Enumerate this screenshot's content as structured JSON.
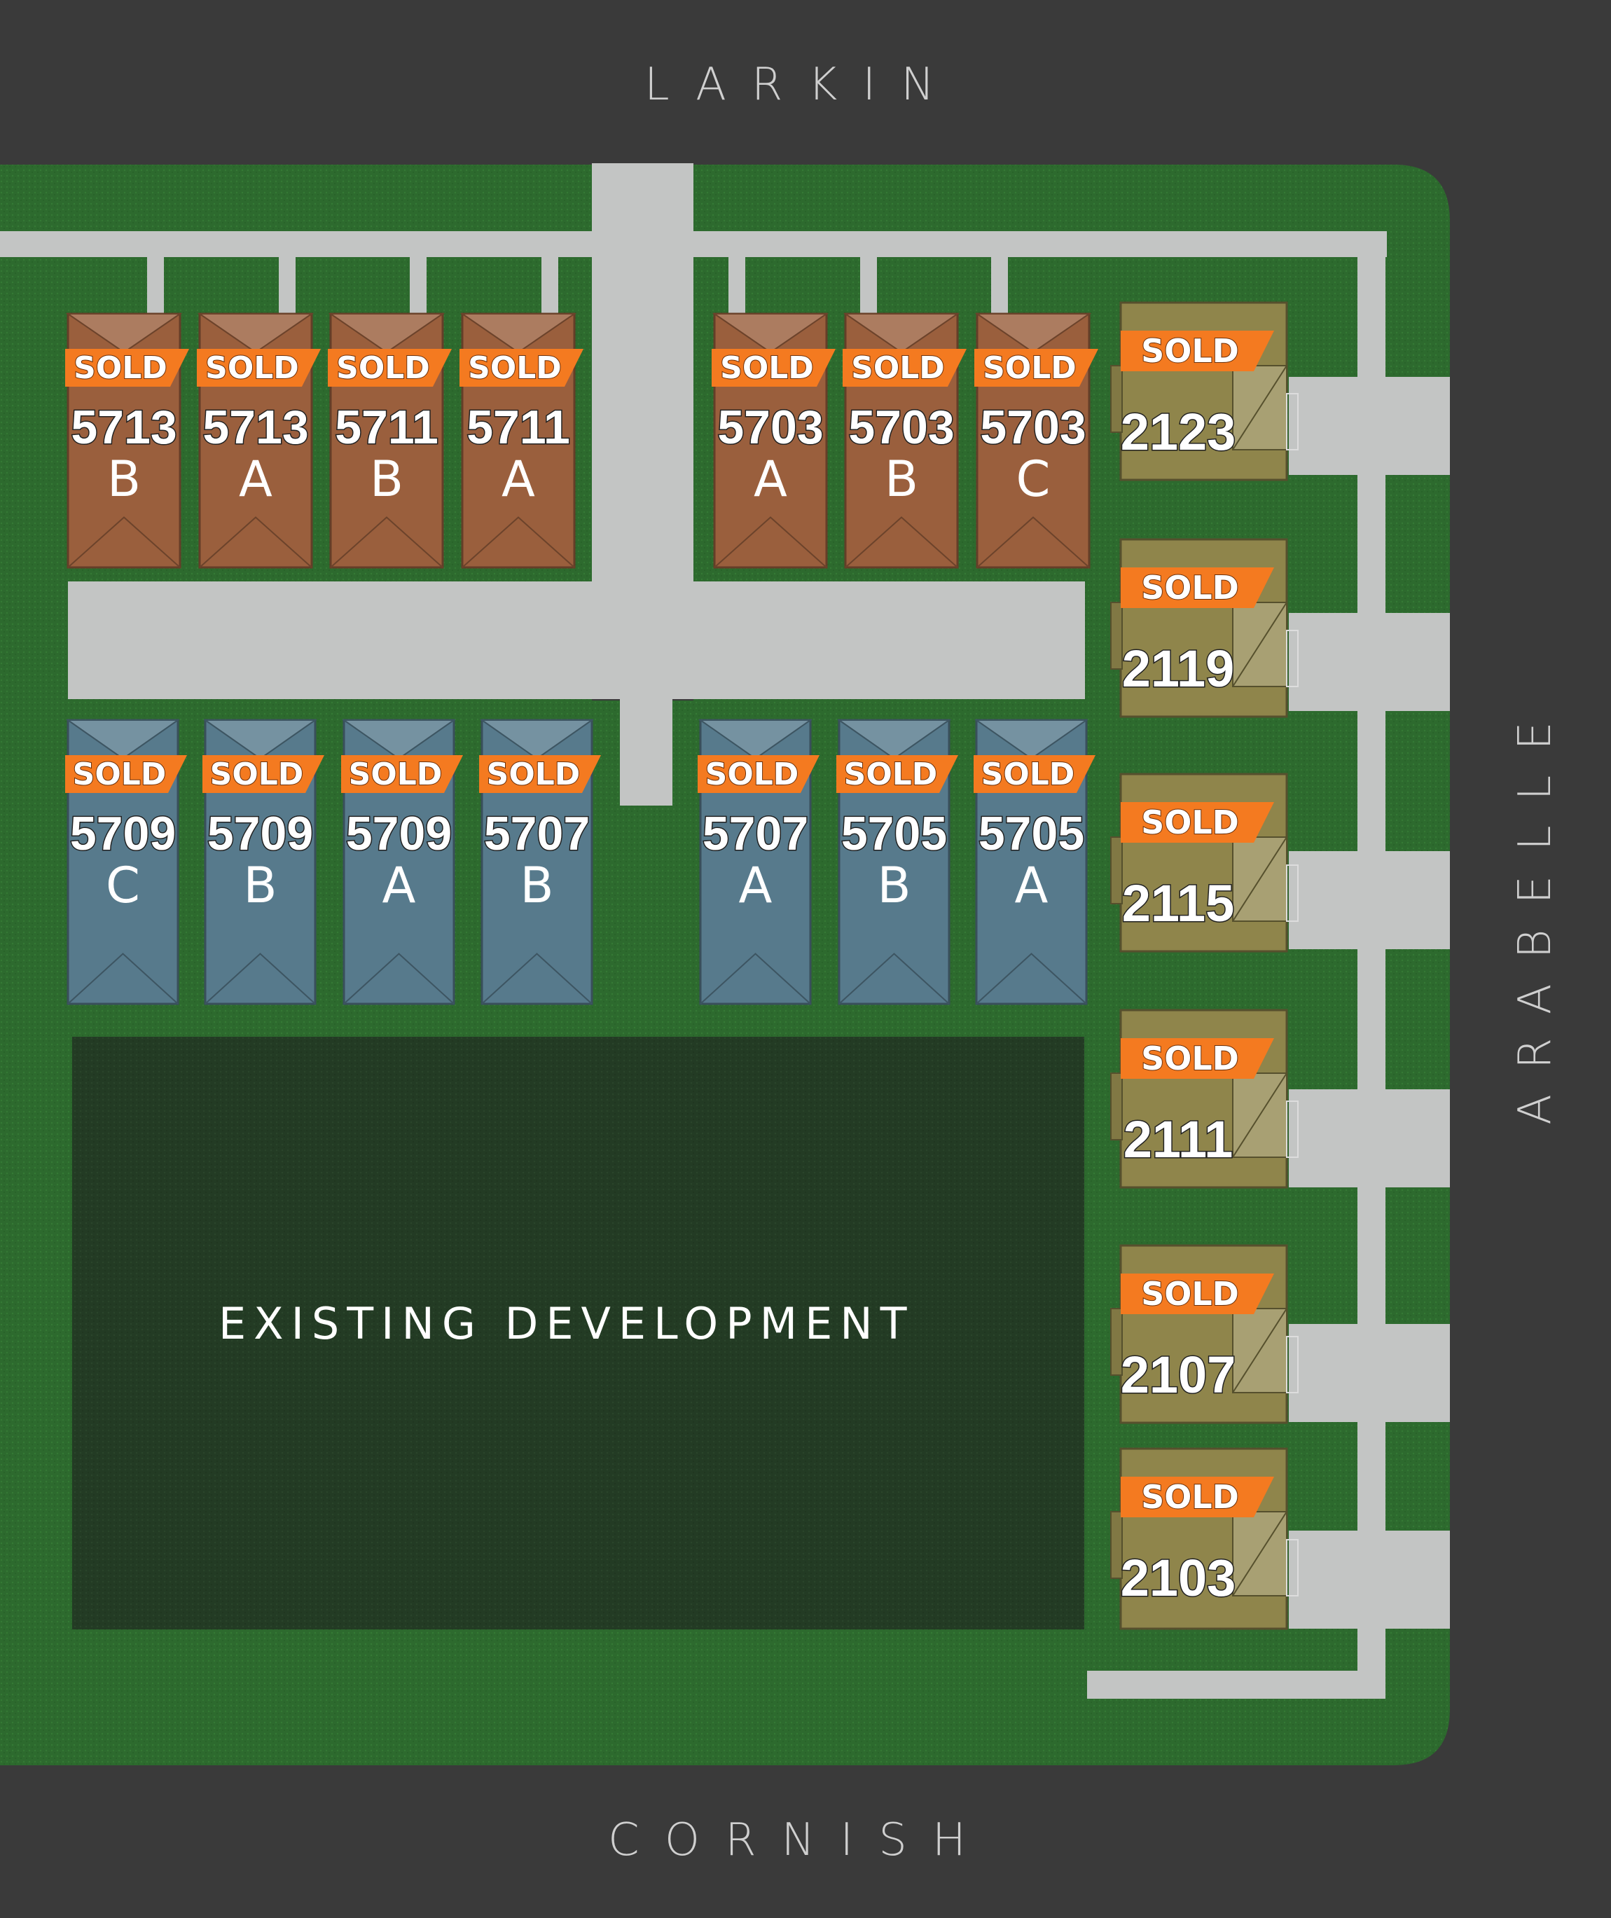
{
  "colors": {
    "road": "#3a3a3a",
    "lawn": "#2d6a2e",
    "walkway": "#c3c5c4",
    "existing_block": "#233b24",
    "lot_brown": "#9a5f3d",
    "lot_blue": "#577a8c",
    "lot_olive": "#8f854b",
    "sold_banner": "#f47a20"
  },
  "streets": {
    "north": "LARKIN",
    "south": "CORNISH",
    "east": "ARABELLE"
  },
  "existing_development": "EXISTING DEVELOPMENT",
  "status_label": "SOLD",
  "lots": {
    "north_row": [
      {
        "number": "5713",
        "letter": "B",
        "status": "sold"
      },
      {
        "number": "5713",
        "letter": "A",
        "status": "sold"
      },
      {
        "number": "5711",
        "letter": "B",
        "status": "sold"
      },
      {
        "number": "5711",
        "letter": "A",
        "status": "sold"
      },
      {
        "number": "5703",
        "letter": "A",
        "status": "sold"
      },
      {
        "number": "5703",
        "letter": "B",
        "status": "sold"
      },
      {
        "number": "5703",
        "letter": "C",
        "status": "sold"
      }
    ],
    "south_row": [
      {
        "number": "5709",
        "letter": "C",
        "status": "sold"
      },
      {
        "number": "5709",
        "letter": "B",
        "status": "sold"
      },
      {
        "number": "5709",
        "letter": "A",
        "status": "sold"
      },
      {
        "number": "5707",
        "letter": "B",
        "status": "sold"
      },
      {
        "number": "5707",
        "letter": "A",
        "status": "sold"
      },
      {
        "number": "5705",
        "letter": "B",
        "status": "sold"
      },
      {
        "number": "5705",
        "letter": "A",
        "status": "sold"
      }
    ],
    "east_column": [
      {
        "number": "2123",
        "status": "sold"
      },
      {
        "number": "2119",
        "status": "sold"
      },
      {
        "number": "2115",
        "status": "sold"
      },
      {
        "number": "2111",
        "status": "sold"
      },
      {
        "number": "2107",
        "status": "sold"
      },
      {
        "number": "2103",
        "status": "sold"
      }
    ]
  }
}
